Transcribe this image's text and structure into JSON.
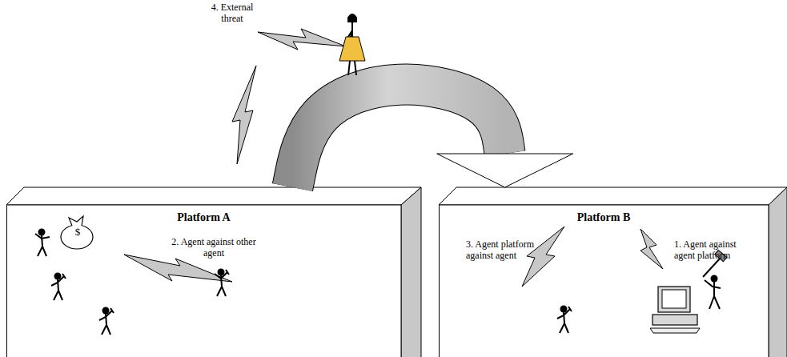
{
  "diagram": {
    "nodes": [
      {
        "text": [
          "Platform A"
        ]
      },
      {
        "text": [
          "Platform B"
        ]
      }
    ],
    "edges": [
      {
        "from": 0,
        "to": 1,
        "arrow": "to"
      }
    ],
    "labels": [
      "4. External threat",
      "$",
      "2. Agent against other agent",
      "3. Agent platform against agent",
      "1. Agent against agent platform"
    ]
  }
}
